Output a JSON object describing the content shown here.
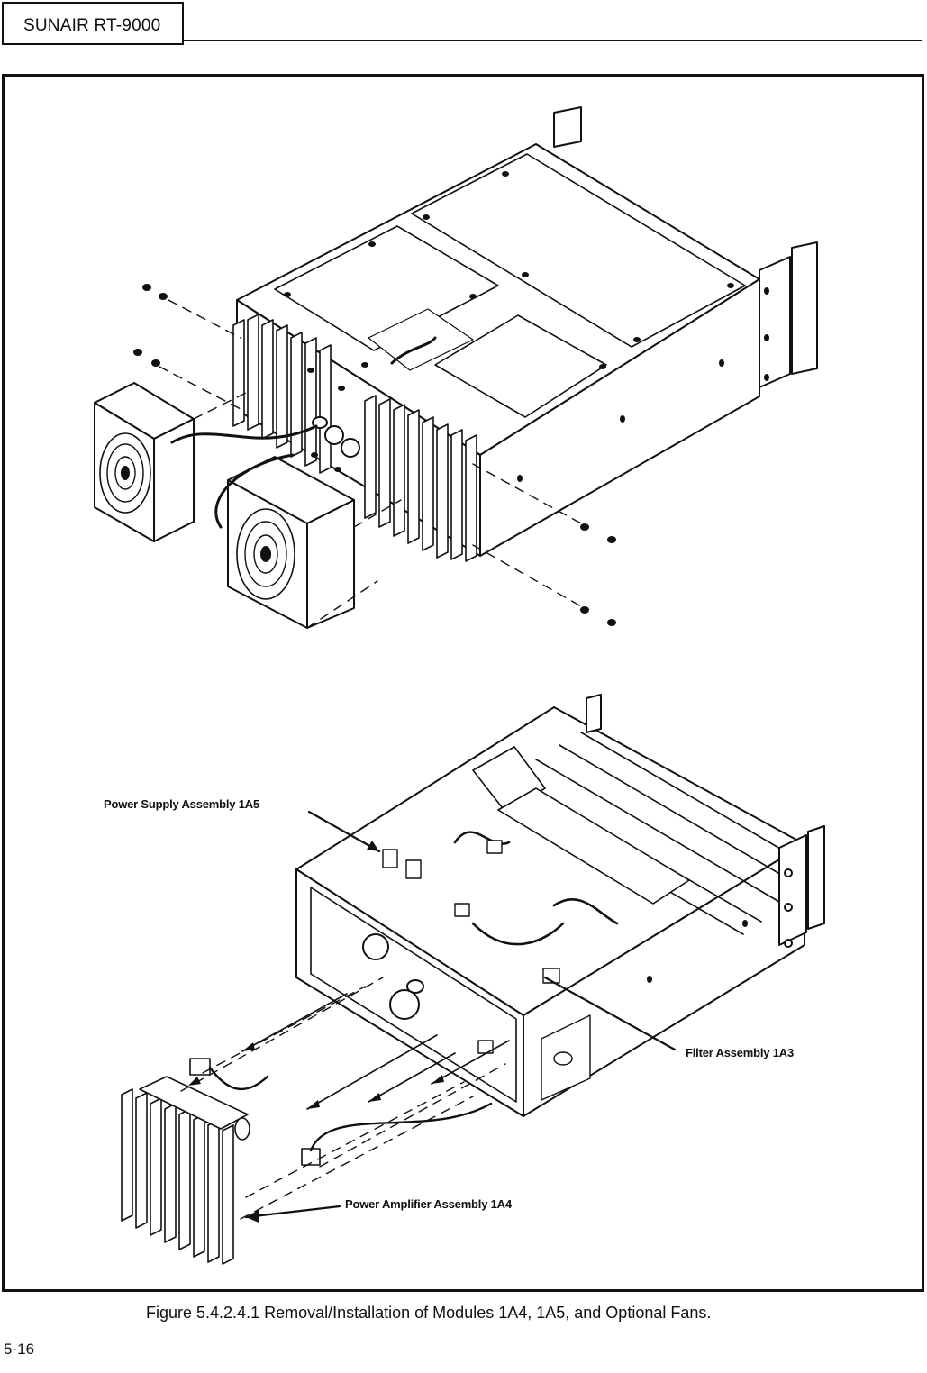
{
  "header": {
    "title": "SUNAIR RT-9000"
  },
  "figure": {
    "callouts": {
      "power_supply": "Power Supply Assembly 1A5",
      "filter": "Filter Assembly 1A3",
      "power_amplifier": "Power Amplifier Assembly 1A4"
    },
    "caption": "Figure 5.4.2.4.1   Removal/Installation of Modules 1A4, 1A5, and Optional Fans."
  },
  "footer": {
    "page_number": "5-16"
  }
}
